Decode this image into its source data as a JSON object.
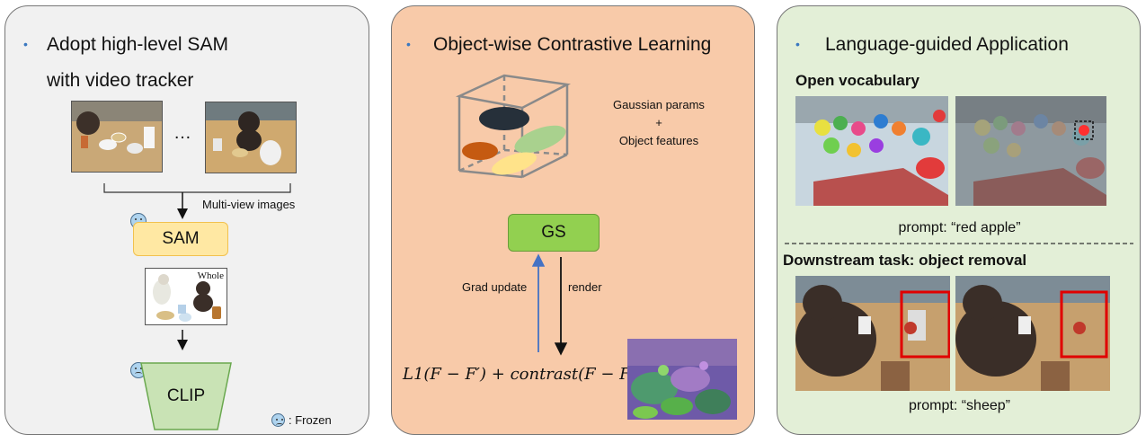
{
  "panel1": {
    "heading_line1": "Adopt high-level SAM",
    "heading_line2": "with video tracker",
    "ellipsis": "…",
    "multiview_label": "Multi-view images",
    "sam_label": "SAM",
    "whole_label": "Whole",
    "clip_label": "CLIP",
    "frozen_label": ": Frozen"
  },
  "panel2": {
    "heading": "Object-wise Contrastive Learning",
    "gaussian_line1": "Gaussian params",
    "gaussian_line2": "+",
    "gaussian_line3": "Object features",
    "gs_label": "GS",
    "grad_label": "Grad update",
    "render_label": "render",
    "loss_formula": "L1(F − F′) + contrast(F − F′)"
  },
  "panel3": {
    "heading": "Language-guided Application",
    "open_vocab": "Open vocabulary",
    "prompt1": "prompt: “red apple”",
    "downstream": "Downstream task: object removal",
    "prompt2": "prompt: “sheep”"
  },
  "colors": {
    "sam_fill": "#ffe8a3",
    "clip_fill": "#c9e3b5",
    "gs_fill": "#92d050",
    "grad_arrow": "#4472c4",
    "highlight_box": "#e00000"
  }
}
